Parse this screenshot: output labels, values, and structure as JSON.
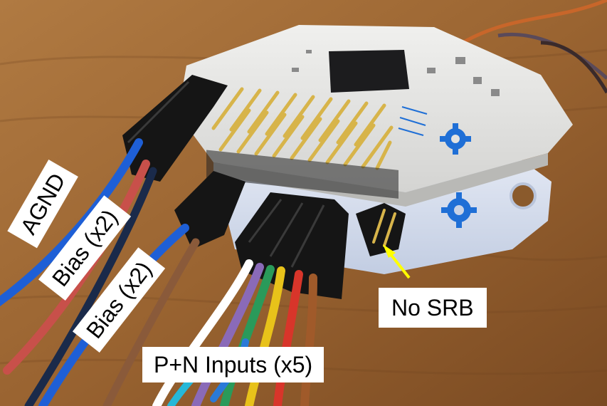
{
  "labels": {
    "agnd": "AGND",
    "bias_1": "Bias (x2)",
    "bias_2": "Bias (x2)",
    "inputs": "P+N Inputs (x5)",
    "no_srb": "No SRB"
  },
  "colors": {
    "table": "#a06a35",
    "board": "#e8e8e6",
    "gear": "#1f6fd6",
    "arrow": "#ffff00",
    "label_bg": "#ffffff"
  }
}
